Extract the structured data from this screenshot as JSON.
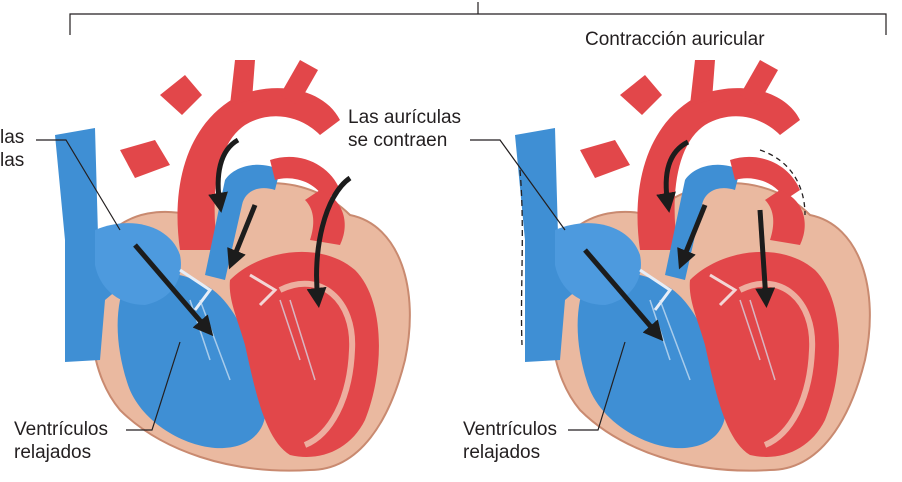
{
  "left_panel": {
    "clipped_label_line1": "las",
    "clipped_label_line2": "las",
    "atria_label_line1": "Las aurículas",
    "atria_label_line2": "se contraen",
    "ventricles_label_line1": "Ventrículos",
    "ventricles_label_line2": "relajados"
  },
  "right_panel": {
    "title": "Contracción auricular",
    "ventricles_label_line1": "Ventrículos",
    "ventricles_label_line2": "relajados"
  },
  "colors": {
    "oxygenated_blood": "#e2474a",
    "deoxygenated_blood": "#3f8fd4",
    "heart_wall": "#e8a98e",
    "flow_arrow": "#1c1c1c",
    "leader_line": "#231f20"
  },
  "icons": [
    "heart-illustration",
    "blood-flow-arrow"
  ]
}
